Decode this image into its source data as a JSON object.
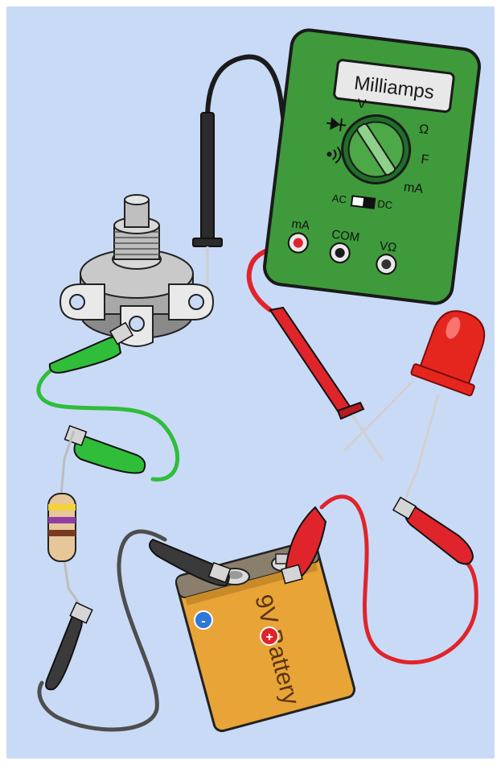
{
  "multimeter": {
    "display": "Milliamps",
    "dial": {
      "v": "V",
      "ohm": "Ω",
      "f": "F",
      "ma": "mA"
    },
    "switch": {
      "ac": "AC",
      "dc": "DC"
    },
    "jacks": {
      "ma": "mA",
      "com": "COM",
      "vohm": "VΩ"
    },
    "color": "#3f9a3c"
  },
  "battery": {
    "label": "9V Battery",
    "negative": "-",
    "positive": "+",
    "color": "#e8a437"
  },
  "colors": {
    "background": "#c9daf6",
    "red_lead": "#e0242b",
    "black_lead": "#3a3a3a",
    "green_lead": "#2fbd3a",
    "gray_wire": "#4e4e4e",
    "led": "#e5261f"
  },
  "icons": [
    "diode-icon",
    "sound-icon",
    "potentiometer-icon",
    "led-icon",
    "resistor-icon",
    "alligator-clip-icon"
  ]
}
